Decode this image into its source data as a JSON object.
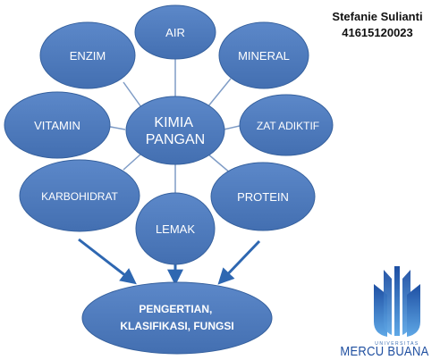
{
  "diagram": {
    "center": "KIMIA PANGAN",
    "center_lines": [
      "KIMIA",
      "PANGAN"
    ],
    "nodes": [
      {
        "id": "air",
        "label": "AIR"
      },
      {
        "id": "mineral",
        "label": "MINERAL"
      },
      {
        "id": "zat-adiktif",
        "label": "ZAT ADIKTIF"
      },
      {
        "id": "protein",
        "label": "PROTEIN"
      },
      {
        "id": "lemak",
        "label": "LEMAK"
      },
      {
        "id": "karbohidrat",
        "label": "KARBOHIDRAT"
      },
      {
        "id": "vitamin",
        "label": "VITAMIN"
      },
      {
        "id": "enzim",
        "label": "ENZIM"
      }
    ],
    "result_lines": [
      "PENGERTIAN,",
      "KLASIFIKASI, FUNGSI"
    ]
  },
  "author": {
    "name": "Stefanie Sulianti",
    "id": "41615120023"
  },
  "logo": {
    "small_text": "UNIVERSITAS",
    "name": "MERCU BUANA"
  },
  "colors": {
    "node_fill": "#4F7BBE",
    "node_stroke": "#36619E",
    "connector": "#7F9CC6",
    "arrow": "#2E67B1",
    "logo_blue": "#1F4FA0"
  }
}
